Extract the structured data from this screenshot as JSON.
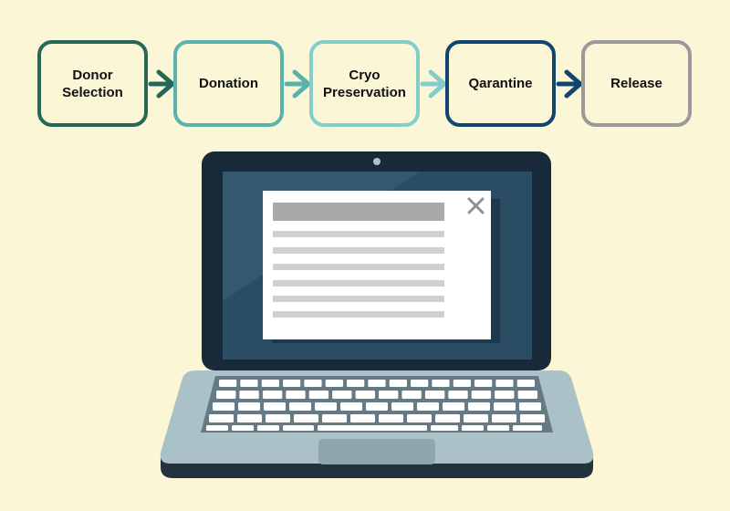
{
  "flowchart": {
    "steps": [
      {
        "label": "Donor\nSelection",
        "color": "#27675a"
      },
      {
        "label": "Donation",
        "color": "#58b3ad"
      },
      {
        "label": "Cryo\nPreservation",
        "color": "#86cccb"
      },
      {
        "label": "Qarantine",
        "color": "#11446e"
      },
      {
        "label": "Release",
        "color": "#9a9a9a"
      }
    ]
  },
  "laptop": {
    "colors": {
      "bezel": "#182a3a",
      "screen": "#2b4d63",
      "screen_highlight": "#36586f",
      "window": "#ffffff",
      "title_bar": "#a7a9ab",
      "text_lines": "#cfd0d1",
      "close": "#8f9193",
      "base": "#a9c1c7",
      "keyboard_well": "#657a84",
      "keys": "#ffffff",
      "touchpad": "#8ea5ab",
      "base_shadow": "#24323d",
      "camera": "#a9c1c7"
    }
  }
}
